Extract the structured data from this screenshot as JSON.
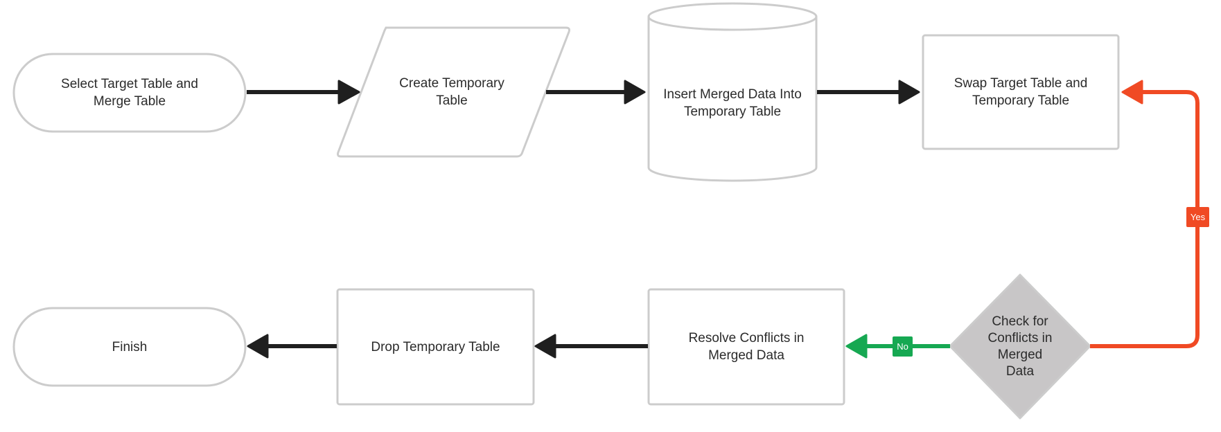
{
  "colors": {
    "node_stroke": "#cccccc",
    "node_fill": "#ffffff",
    "decision_fill": "#c8c6c7",
    "edge": "#1f1f1f",
    "yes": "#f04a24",
    "no": "#16a852"
  },
  "nodes": {
    "select": {
      "shape": "terminator",
      "label": "Select Target Table and\nMerge Table"
    },
    "create_temp": {
      "shape": "parallelogram",
      "label": "Create Temporary\nTable"
    },
    "insert": {
      "shape": "database",
      "label": "Insert Merged Data Into\nTemporary Table"
    },
    "swap": {
      "shape": "process",
      "label": "Swap Target Table and\nTemporary Table"
    },
    "check": {
      "shape": "decision",
      "label": "Check for\nConflicts in\nMerged\nData"
    },
    "resolve": {
      "shape": "process",
      "label": "Resolve Conflicts in\nMerged Data"
    },
    "drop": {
      "shape": "process",
      "label": "Drop Temporary Table"
    },
    "finish": {
      "shape": "terminator",
      "label": "Finish"
    }
  },
  "edges": [
    {
      "from": "select",
      "to": "create_temp"
    },
    {
      "from": "create_temp",
      "to": "insert"
    },
    {
      "from": "insert",
      "to": "swap"
    },
    {
      "from": "check",
      "to": "swap",
      "label": "Yes"
    },
    {
      "from": "check",
      "to": "resolve",
      "label": "No"
    },
    {
      "from": "resolve",
      "to": "drop"
    },
    {
      "from": "drop",
      "to": "finish"
    }
  ]
}
